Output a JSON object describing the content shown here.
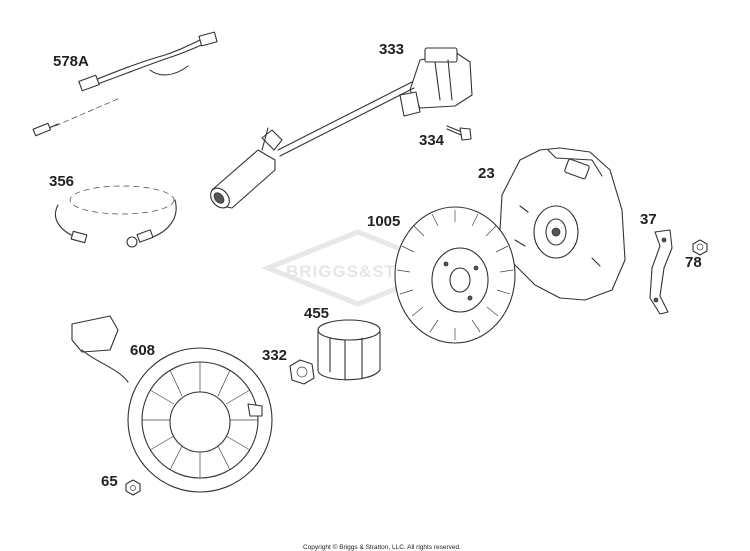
{
  "watermark": {
    "brand": "BRIGGS&STRATTON"
  },
  "callouts": {
    "p578a": "578A",
    "p333": "333",
    "p334": "334",
    "p356": "356",
    "p23": "23",
    "p1005": "1005",
    "p37": "37",
    "p78": "78",
    "p455": "455",
    "p332": "332",
    "p608": "608",
    "p65": "65"
  },
  "footer": {
    "copyright": "Copyright © Briggs & Stratton, LLC. All rights reserved."
  }
}
